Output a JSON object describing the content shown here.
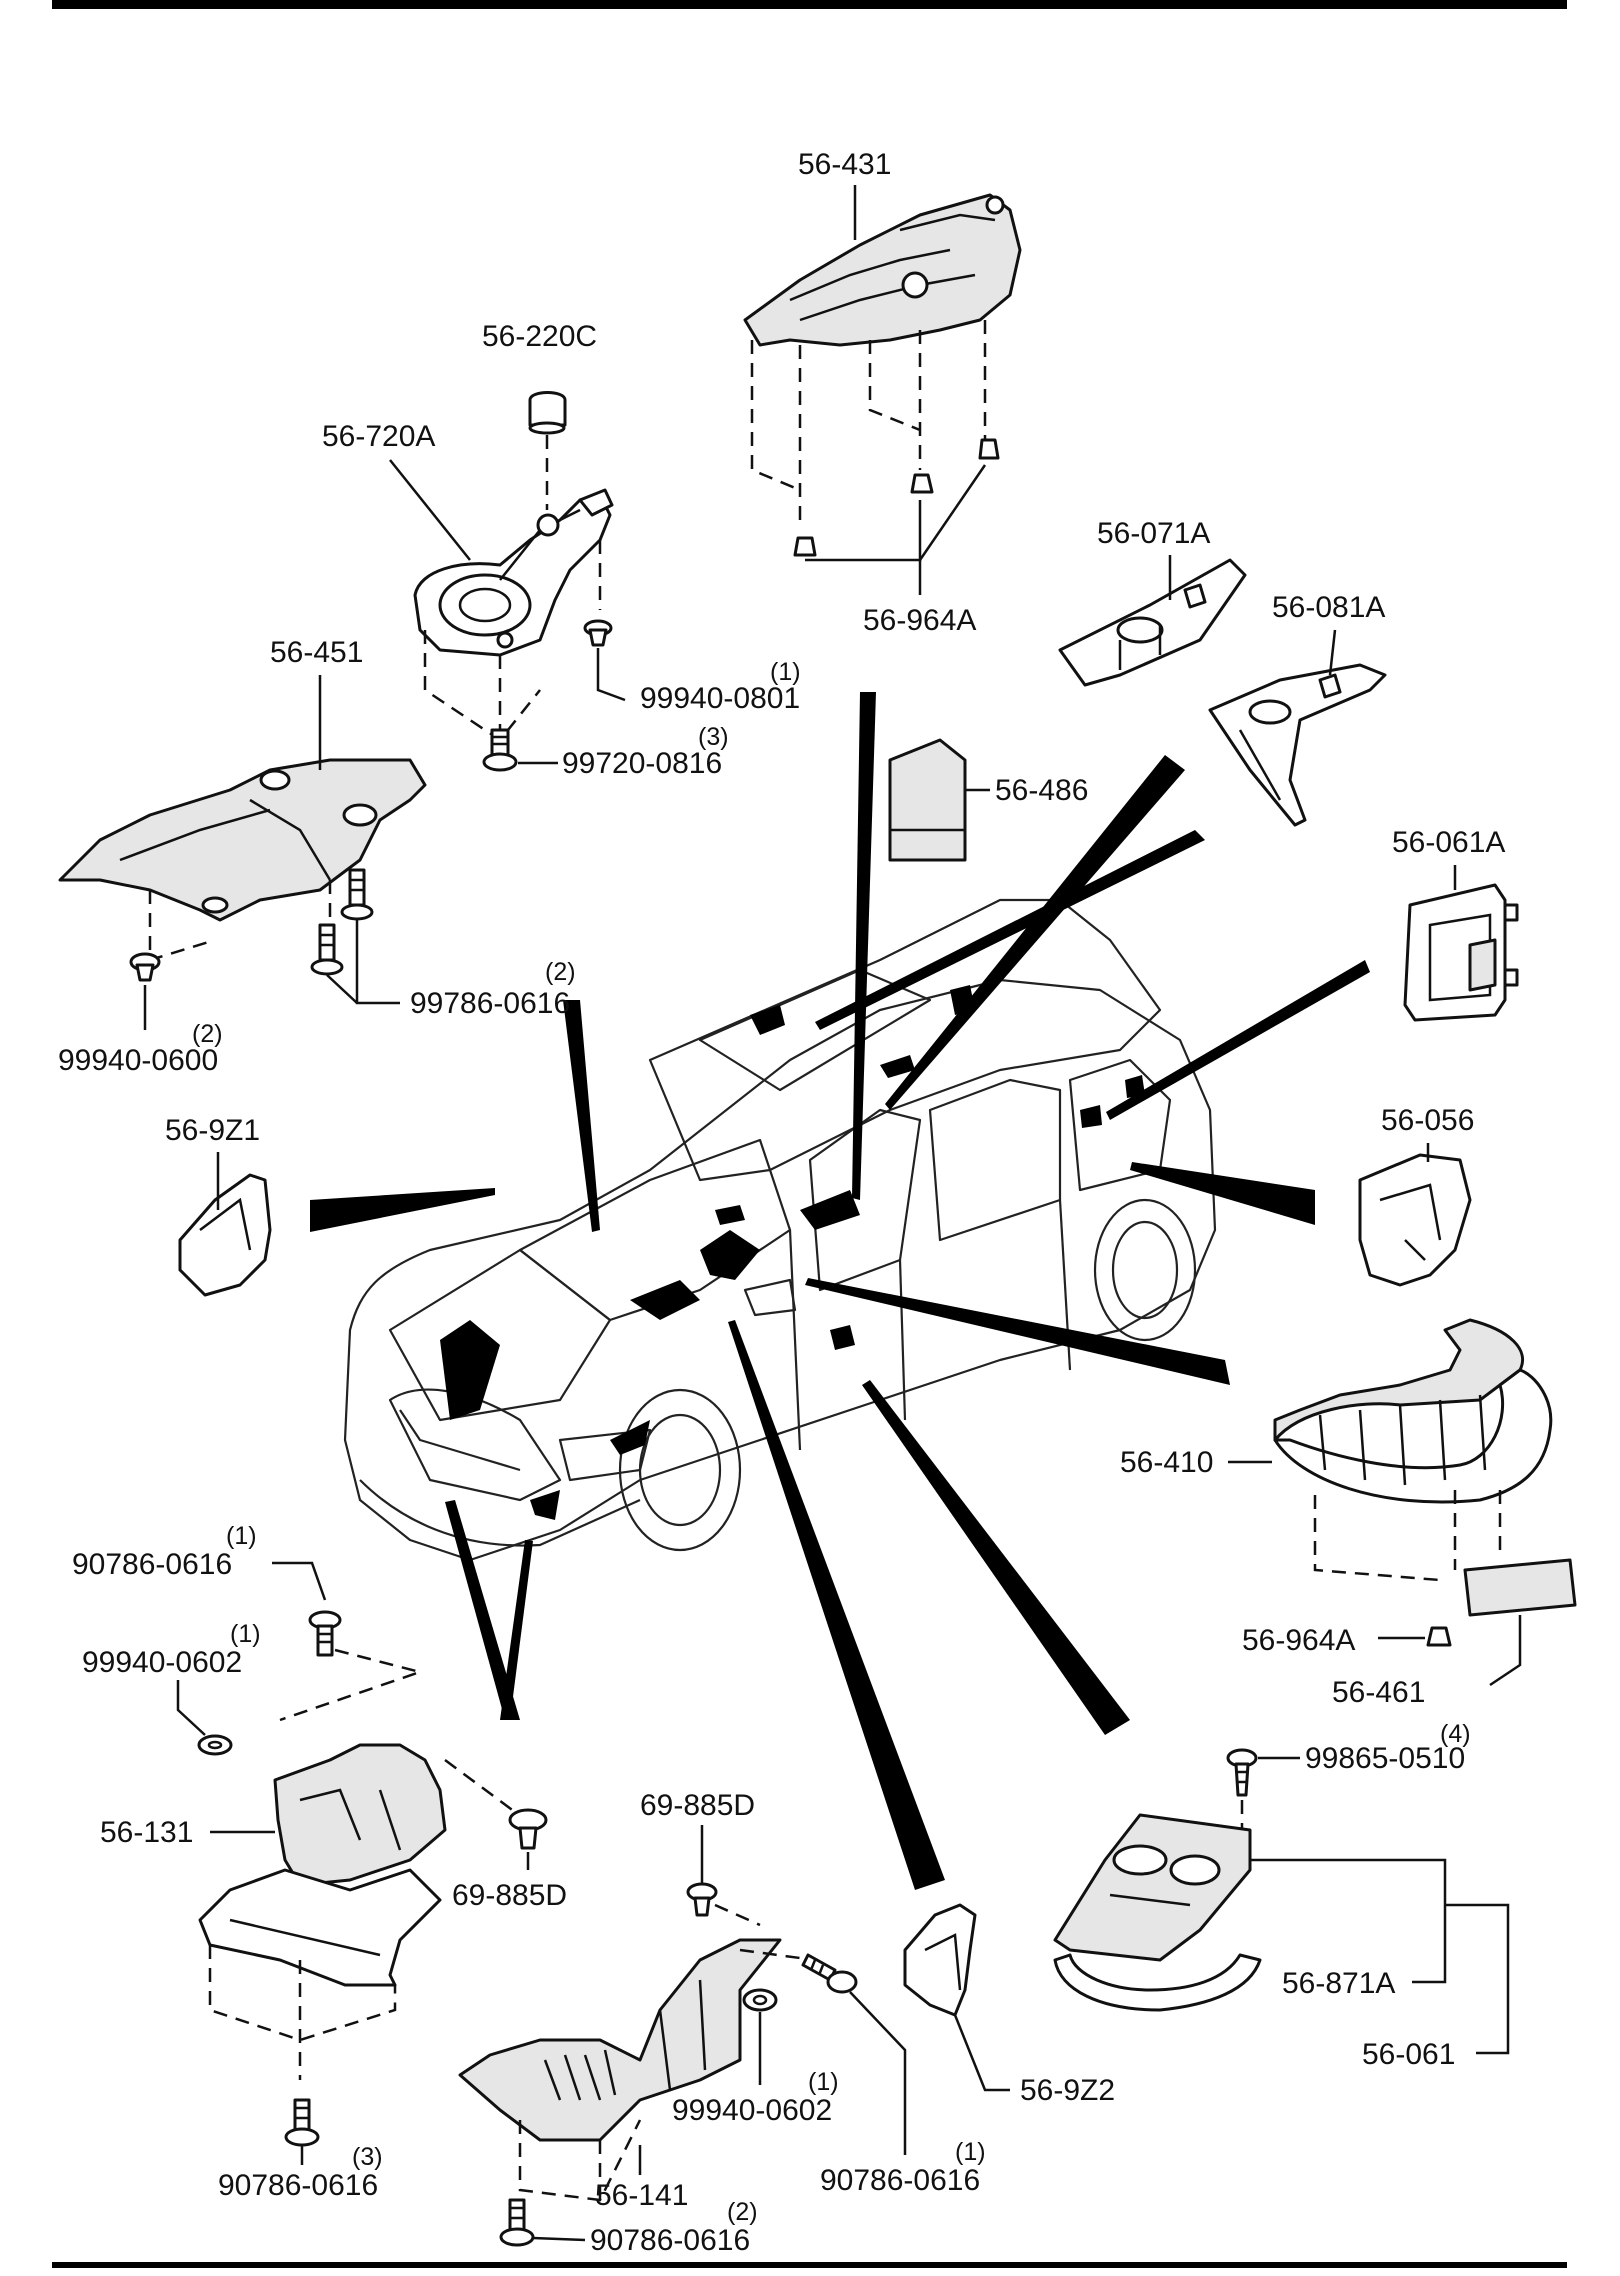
{
  "labels": {
    "p_56_431": "56-431",
    "p_56_220C": "56-220C",
    "p_56_720A": "56-720A",
    "p_56_964A_top": "56-964A",
    "p_56_071A": "56-071A",
    "p_56_081A": "56-081A",
    "p_56_451": "56-451",
    "p_99940_0801": "99940-0801",
    "q_99940_0801": "(1)",
    "p_99720_0816": "99720-0816",
    "q_99720_0816": "(3)",
    "p_56_486": "56-486",
    "p_56_061A": "56-061A",
    "p_99786_0616": "99786-0616",
    "q_99786_0616": "(2)",
    "p_99940_0600": "99940-0600",
    "q_99940_0600": "(2)",
    "p_56_9Z1": "56-9Z1",
    "p_56_056": "56-056",
    "p_56_410": "56-410",
    "p_90786_0616_a": "90786-0616",
    "q_90786_0616_a": "(1)",
    "p_99940_0602_a": "99940-0602",
    "q_99940_0602_a": "(1)",
    "p_56_964A_right": "56-964A",
    "p_56_461": "56-461",
    "p_99865_0510": "99865-0510",
    "q_99865_0510": "(4)",
    "p_56_131": "56-131",
    "p_69_885D_a": "69-885D",
    "p_69_885D_b": "69-885D",
    "p_56_871A": "56-871A",
    "p_56_061": "56-061",
    "p_56_9Z2": "56-9Z2",
    "p_99940_0602_b": "99940-0602",
    "q_99940_0602_b": "(1)",
    "p_90786_0616_b": "90786-0616",
    "q_90786_0616_b": "(3)",
    "p_56_141": "56-141",
    "p_90786_0616_c": "90786-0616",
    "q_90786_0616_c": "(1)",
    "p_90786_0616_d": "90786-0616",
    "q_90786_0616_d": "(2)"
  }
}
